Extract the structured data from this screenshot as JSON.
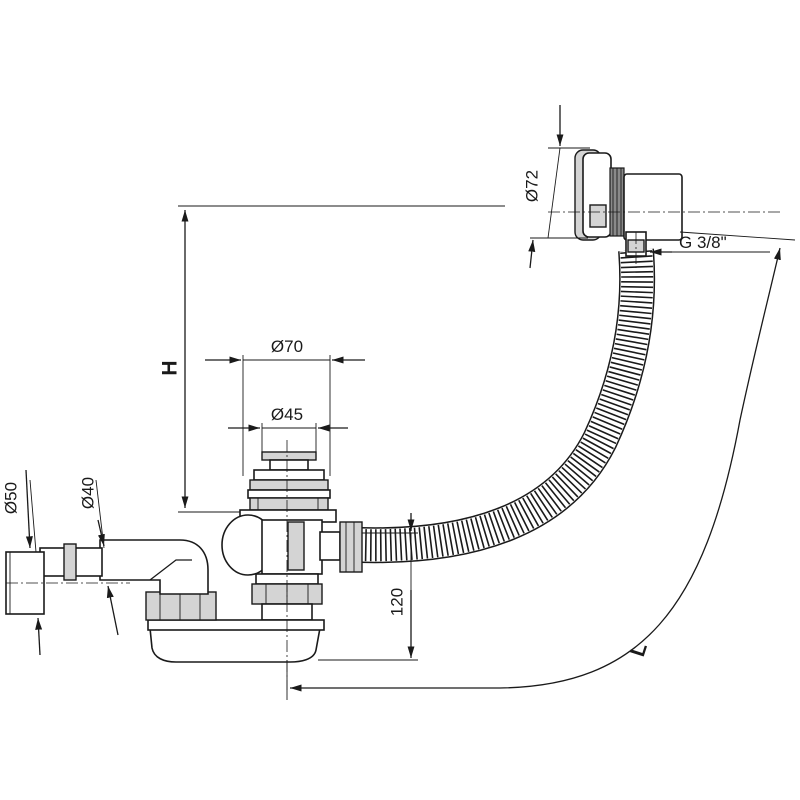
{
  "drawing": {
    "dimensions": {
      "height_label": "H",
      "length_label": "L",
      "overflow_diameter": "Ø72",
      "thread_size": "G 3/8\"",
      "outer_diameter": "Ø70",
      "plug_diameter": "Ø45",
      "outlet_outer_diameter": "Ø50",
      "outlet_inner_diameter": "Ø40",
      "trap_height": "120"
    }
  }
}
